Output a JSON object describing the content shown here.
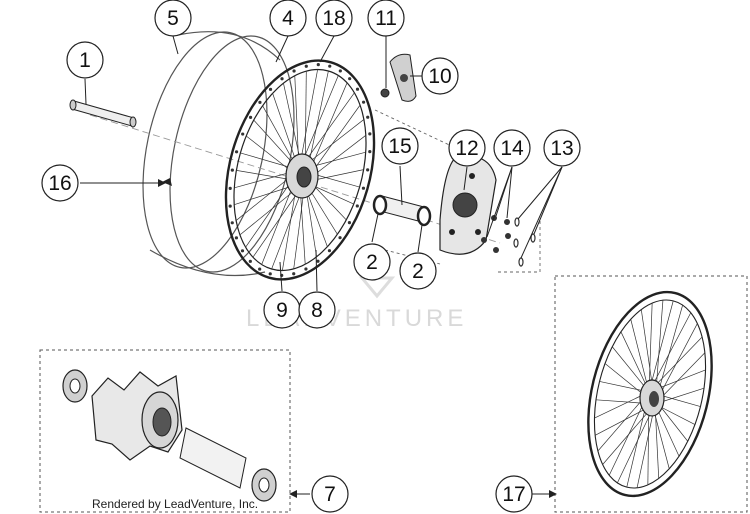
{
  "callouts": [
    {
      "id": "1",
      "label": "1"
    },
    {
      "id": "5",
      "label": "5"
    },
    {
      "id": "4",
      "label": "4"
    },
    {
      "id": "18",
      "label": "18"
    },
    {
      "id": "11",
      "label": "11"
    },
    {
      "id": "10",
      "label": "10"
    },
    {
      "id": "16",
      "label": "16"
    },
    {
      "id": "15",
      "label": "15"
    },
    {
      "id": "12",
      "label": "12"
    },
    {
      "id": "14",
      "label": "14"
    },
    {
      "id": "13",
      "label": "13"
    },
    {
      "id": "2a",
      "label": "2"
    },
    {
      "id": "2b",
      "label": "2"
    },
    {
      "id": "9",
      "label": "9"
    },
    {
      "id": "8",
      "label": "8"
    },
    {
      "id": "7",
      "label": "7"
    },
    {
      "id": "17",
      "label": "17"
    }
  ],
  "watermark": "LEADVENTURE",
  "footer": "Rendered by LeadVenture, Inc.",
  "colors": {
    "line": "#222222",
    "light_line": "#888888",
    "part_fill": "#e8e8e8",
    "dark_fill": "#555555"
  }
}
